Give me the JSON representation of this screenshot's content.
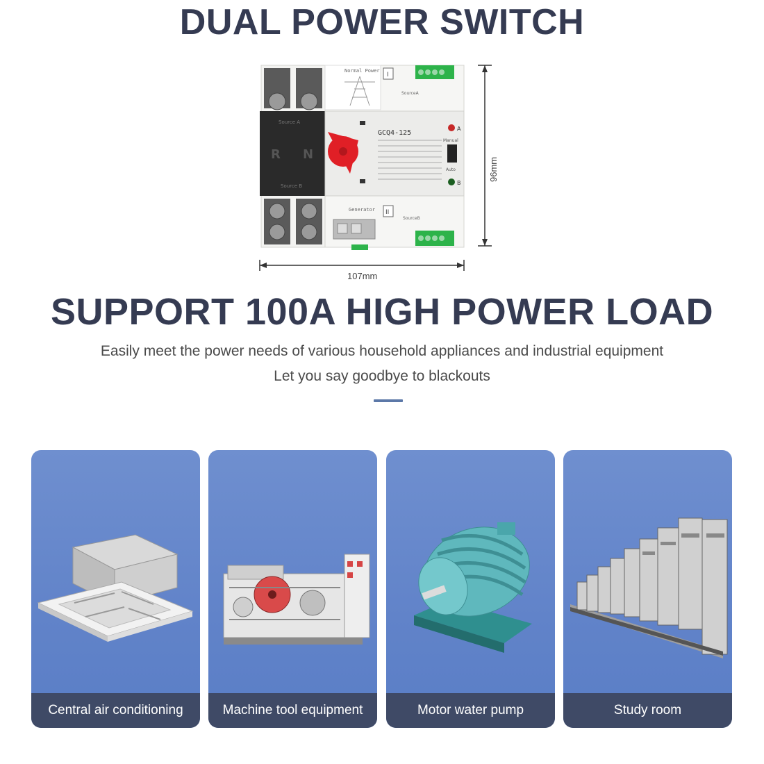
{
  "headline_top": "DUAL POWER SWITCH",
  "product": {
    "panel_top_label": "Normal Power",
    "panel_top_roman": "I",
    "panel_bottom_label": "Generator",
    "panel_bottom_roman": "II",
    "source_a_label": "Source A",
    "source_b_label": "Source B",
    "pole_r": "R",
    "pole_n": "N",
    "model": "GCQ4-125",
    "indicator_a": "A",
    "indicator_b": "B",
    "manual_label": "Manual",
    "auto_label": "Auto",
    "terminal_top_label": "SourceA",
    "terminal_bottom_label": "SourceB",
    "dim_height": "96mm",
    "dim_width": "107mm",
    "colors": {
      "handle": "#e01f26",
      "terminal": "#2db34a",
      "led_a": "#c62828",
      "led_b": "#1b5e20"
    }
  },
  "headline_mid": "SUPPORT 100A HIGH POWER LOAD",
  "subline_1": "Easily meet the power needs of various household appliances and industrial equipment",
  "subline_2": "Let you say goodbye to blackouts",
  "accent_color": "#5c78a8",
  "cards": [
    {
      "caption": "Central air conditioning",
      "icon": "ceiling-cassette-ac-icon"
    },
    {
      "caption": "Machine tool equipment",
      "icon": "industrial-machine-icon"
    },
    {
      "caption": "Motor water pump",
      "icon": "electric-motor-icon"
    },
    {
      "caption": "Study room",
      "icon": "server-room-icon"
    }
  ]
}
